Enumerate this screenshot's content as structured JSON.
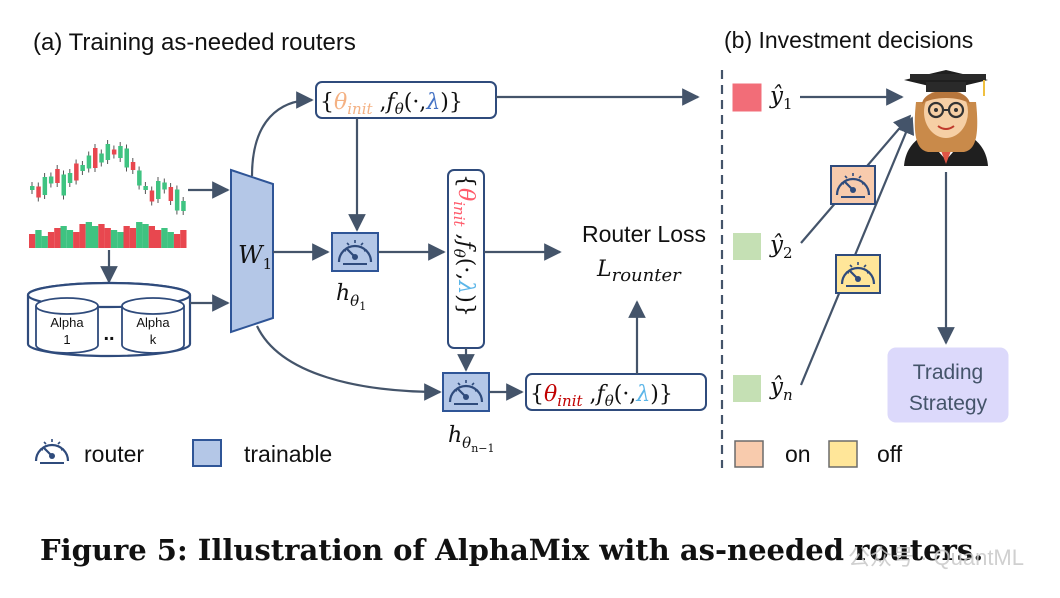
{
  "panel_a_title": "(a) Training as-needed routers",
  "panel_b_title": "(b) Investment decisions",
  "w1_base": "W",
  "w1_sub": "1",
  "alpha_1_top": "Alpha",
  "alpha_1_bottom": "1",
  "alpha_k_top": "Alpha",
  "alpha_k_bottom": "k",
  "dots": "..",
  "param_open": "{",
  "param_theta": "θ",
  "param_init": "init",
  "param_comma": " ,",
  "param_f": "f",
  "param_f_sub": "θ",
  "param_paren_open": "(·,",
  "param_lambda": "λ",
  "param_close": ")}",
  "h_base": "h",
  "h1_sub": "θ",
  "h1_subsub": "1",
  "hn_sub": "θ",
  "hn_subsub": "n−1",
  "router_loss_title": "Router Loss",
  "router_loss_L": "L",
  "router_loss_sub": "rounter",
  "y1_base": "ŷ",
  "y1_sub": "1",
  "y2_base": "ŷ",
  "y2_sub": "2",
  "yn_base": "ŷ",
  "yn_sub": "n",
  "trading_line1": "Trading",
  "trading_line2": "Strategy",
  "legend_router": "router",
  "legend_trainable": "trainable",
  "legend_on": "on",
  "legend_off": "off",
  "caption": "Figure 5: Illustration of AlphaMix with as-needed routers.",
  "watermark": "公众号 · QuantML",
  "colors": {
    "trainable_fill": "#b4c7e7",
    "trainable_stroke": "#2f5597",
    "box_stroke": "#2f4b7c",
    "arrow": "#44546a",
    "theta_orange": "#f4b183",
    "theta_red": "#ff5b6b",
    "theta_darkred": "#c00000",
    "lambda_blue": "#4472c4",
    "lambda_light": "#5bb5e8",
    "y1_red": "#f26d78",
    "y_green": "#c5e0b4",
    "on_fill": "#f8cbad",
    "off_fill": "#ffe699",
    "strategy_fill": "#dcd9fb",
    "candle_red": "#e8474f",
    "candle_green": "#3fc381"
  }
}
